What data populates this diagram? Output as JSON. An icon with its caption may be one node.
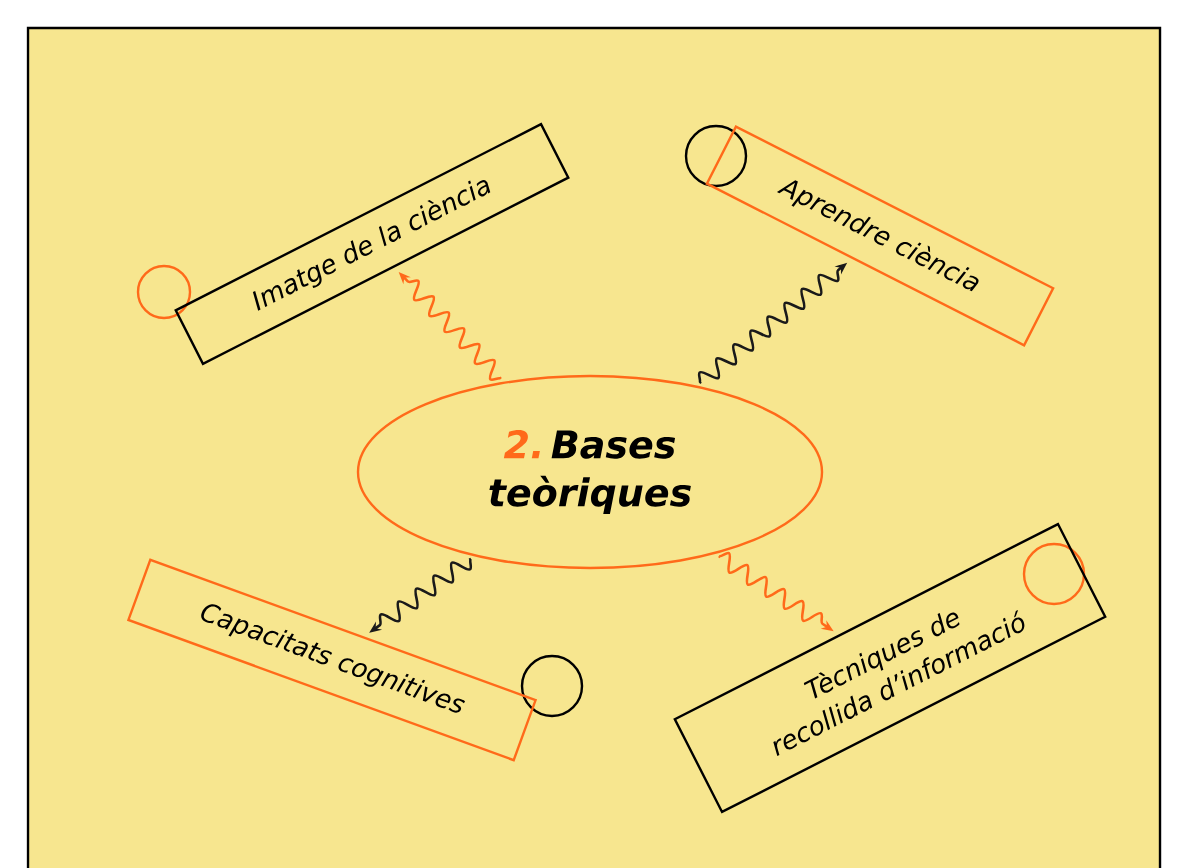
{
  "diagram": {
    "nodes": [
      {
        "text": [
          "2.",
          "Bases teòriques"
        ]
      },
      {
        "text": [
          "Imatge de la ciència"
        ]
      },
      {
        "text": [
          "Aprendre ciència"
        ]
      },
      {
        "text": [
          "Capacitats cognitives"
        ]
      },
      {
        "text": [
          "Tècniques de recollida d’informació"
        ]
      }
    ],
    "edges": [
      {
        "from": 0,
        "to": 1,
        "arrow": "to",
        "color": "#ff6a1a"
      },
      {
        "from": 0,
        "to": 2,
        "arrow": "to",
        "color": "#1a1a1a"
      },
      {
        "from": 0,
        "to": 3,
        "arrow": "to",
        "color": "#1a1a1a"
      },
      {
        "from": 0,
        "to": 4,
        "arrow": "to",
        "color": "#ff6a1a"
      }
    ]
  }
}
